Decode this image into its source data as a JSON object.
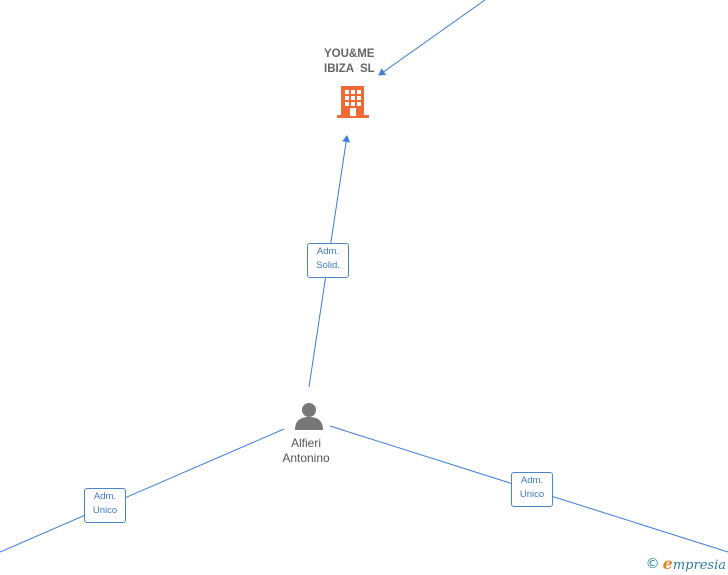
{
  "company": {
    "name_line1": "YOU&ME",
    "name_line2": "IBIZA  SL",
    "icon": "building-icon",
    "icon_color": "#f06a35"
  },
  "person": {
    "name_line1": "Alfieri",
    "name_line2": "Antonino",
    "icon": "person-icon",
    "icon_color": "#777777"
  },
  "edges": [
    {
      "line1": "Adm.",
      "line2": "Solid."
    },
    {
      "line1": "Adm.",
      "line2": "Unico"
    },
    {
      "line1": "Adm.",
      "line2": "Unico"
    }
  ],
  "edge_color": "#3b7dd8",
  "watermark": {
    "copyright": "©",
    "brand_initial": "e",
    "brand_rest": "mpresia"
  }
}
